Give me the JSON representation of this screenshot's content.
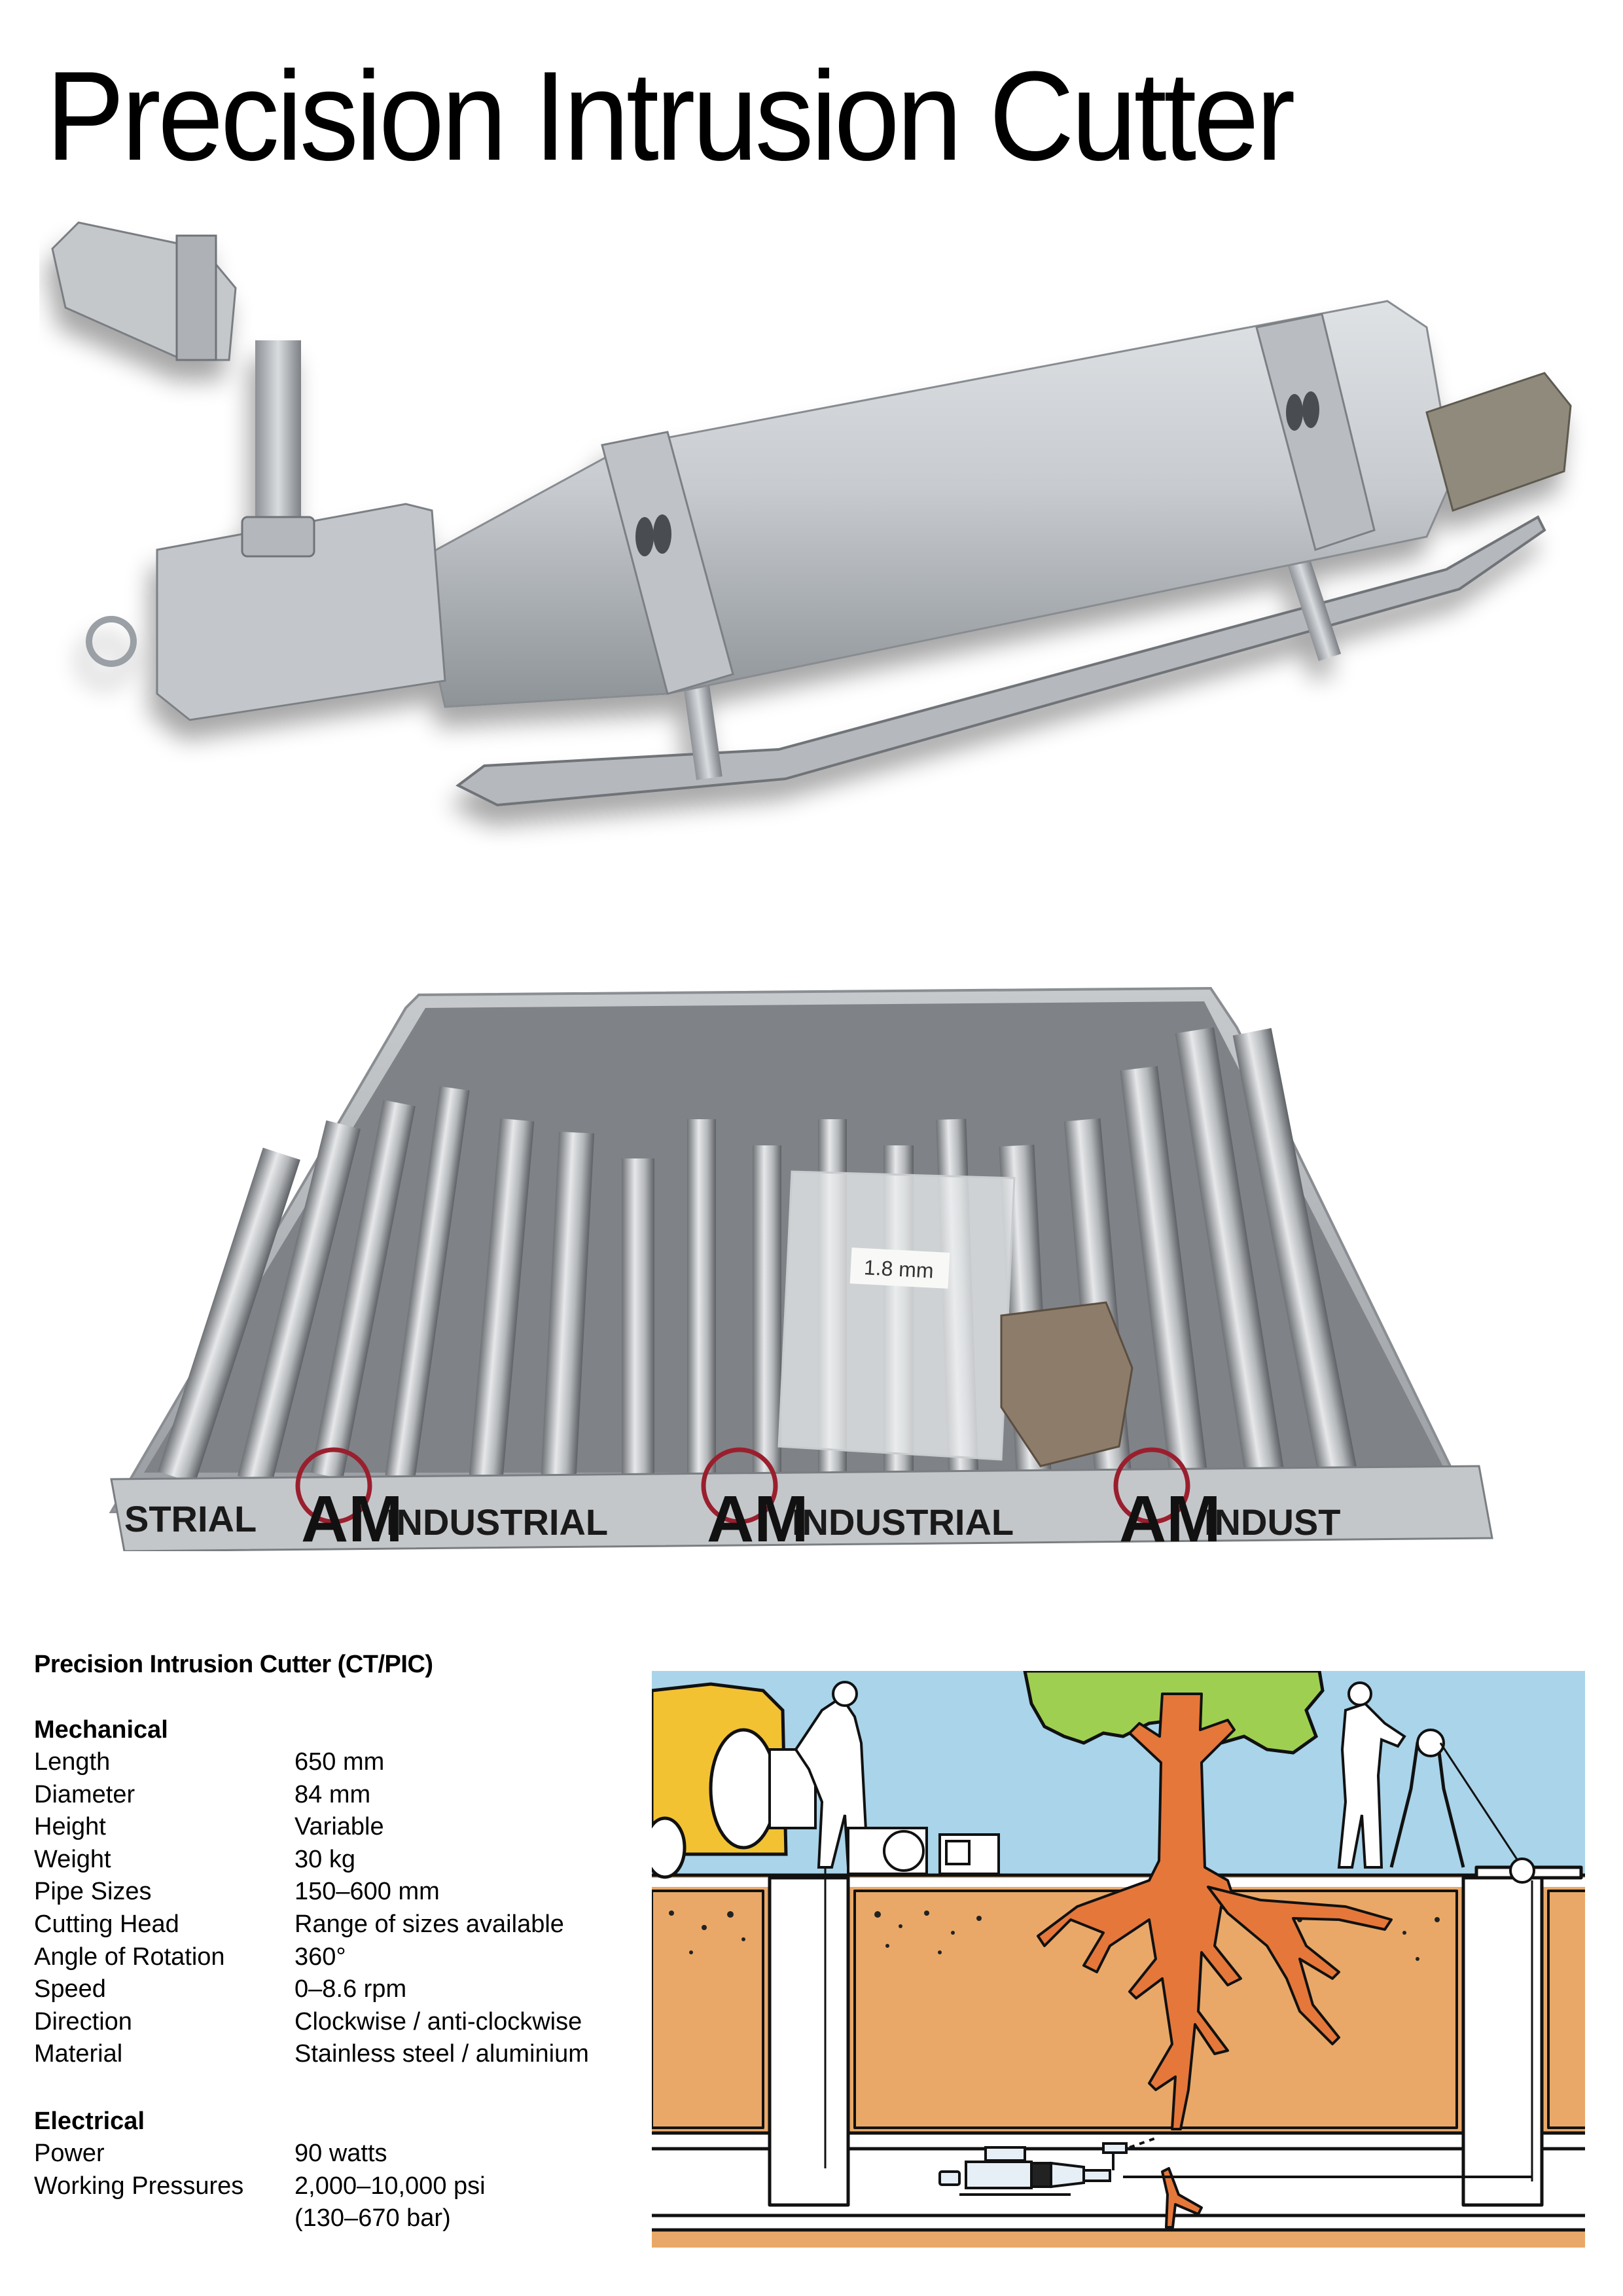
{
  "page": {
    "title": "Precision Intrusion Cutter"
  },
  "photos": {
    "cutter_photo": {
      "subject": "precision-intrusion-cutter-tool"
    },
    "tray_photo": {
      "subject": "tray-of-cutter-parts",
      "bag_label": "1.8 mm",
      "tray_branding": [
        "STRIAL",
        "INDUSTRIAL",
        "INDUSTRIAL",
        "INDUST",
        "RIAL"
      ],
      "brand_logo_letters": "AM"
    }
  },
  "specs": {
    "heading": "Precision Intrusion Cutter (CT/PIC)",
    "mechanical": {
      "heading": "Mechanical",
      "rows": [
        {
          "label": "Length",
          "value": "650 mm"
        },
        {
          "label": "Diameter",
          "value": "84 mm"
        },
        {
          "label": "Height",
          "value": "Variable"
        },
        {
          "label": "Weight",
          "value": "30 kg"
        },
        {
          "label": "Pipe Sizes",
          "value": "150–600 mm"
        },
        {
          "label": "Cutting Head",
          "value": "Range of sizes available"
        },
        {
          "label": "Angle of Rotation",
          "value": "360°"
        },
        {
          "label": "Speed",
          "value": "0–8.6 rpm"
        },
        {
          "label": "Direction",
          "value": "Clockwise / anti-clockwise"
        },
        {
          "label": "Material",
          "value": "Stainless steel / aluminium"
        }
      ]
    },
    "electrical": {
      "heading": "Electrical",
      "rows": [
        {
          "label": "Power",
          "value": "90 watts"
        },
        {
          "label": "Working Pressures",
          "value": "2,000–10,000 psi"
        },
        {
          "label": "",
          "value": "(130–670 bar)"
        }
      ]
    }
  },
  "diagram": {
    "subject": "cutter-removing-tree-root-intrusion-in-sewer-pipe",
    "colors": {
      "sky": "#a9d4ea",
      "soil": "#e9a868",
      "tree_canopy": "#9fcf50",
      "trunk_roots": "#e5773a",
      "van": "#f2c232",
      "pipe": "#ffffff",
      "outline": "#111111"
    }
  }
}
